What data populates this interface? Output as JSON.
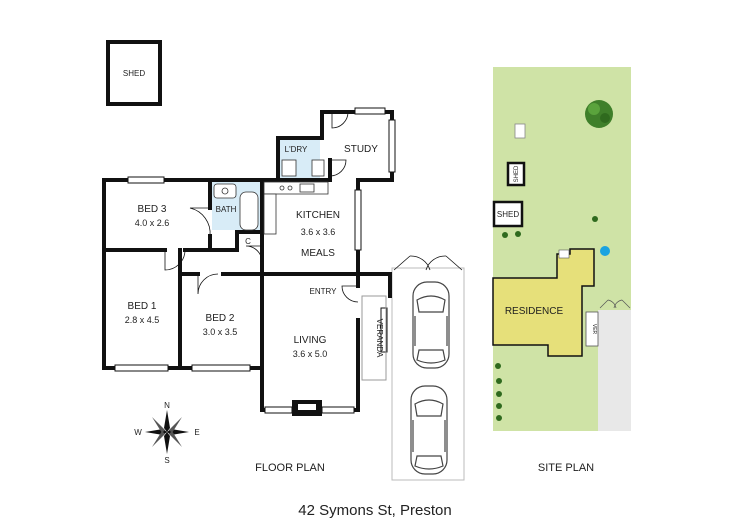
{
  "floor_plan": {
    "title": "FLOOR PLAN",
    "rooms": {
      "shed": {
        "name": "SHED"
      },
      "laundry": {
        "name": "L'DRY"
      },
      "study": {
        "name": "STUDY"
      },
      "bed3": {
        "name": "BED 3",
        "dims": "4.0 x 2.6"
      },
      "bath": {
        "name": "BATH"
      },
      "cupboard": {
        "name": "C"
      },
      "kitchen": {
        "name": "KITCHEN",
        "dims": "3.6 x 3.6"
      },
      "meals": {
        "name": "MEALS"
      },
      "entry": {
        "name": "ENTRY"
      },
      "bed1": {
        "name": "BED 1",
        "dims": "2.8 x 4.5"
      },
      "bed2": {
        "name": "BED 2",
        "dims": "3.0 x 3.5"
      },
      "living": {
        "name": "LIVING",
        "dims": "3.6 x 5.0"
      },
      "veranda": {
        "name": "VERANDA"
      }
    },
    "compass": {
      "n": "N",
      "s": "S",
      "e": "E",
      "w": "W"
    }
  },
  "site_plan": {
    "title": "SITE PLAN",
    "residence": "RESIDENCE",
    "shed": "SHED",
    "shed_small": "SHED",
    "ver": "VER",
    "colors": {
      "lawn": "#cfe3a6",
      "residence": "#e6e07a",
      "driveway": "#e8e8e8"
    }
  },
  "address": "42 Symons St, Preston"
}
